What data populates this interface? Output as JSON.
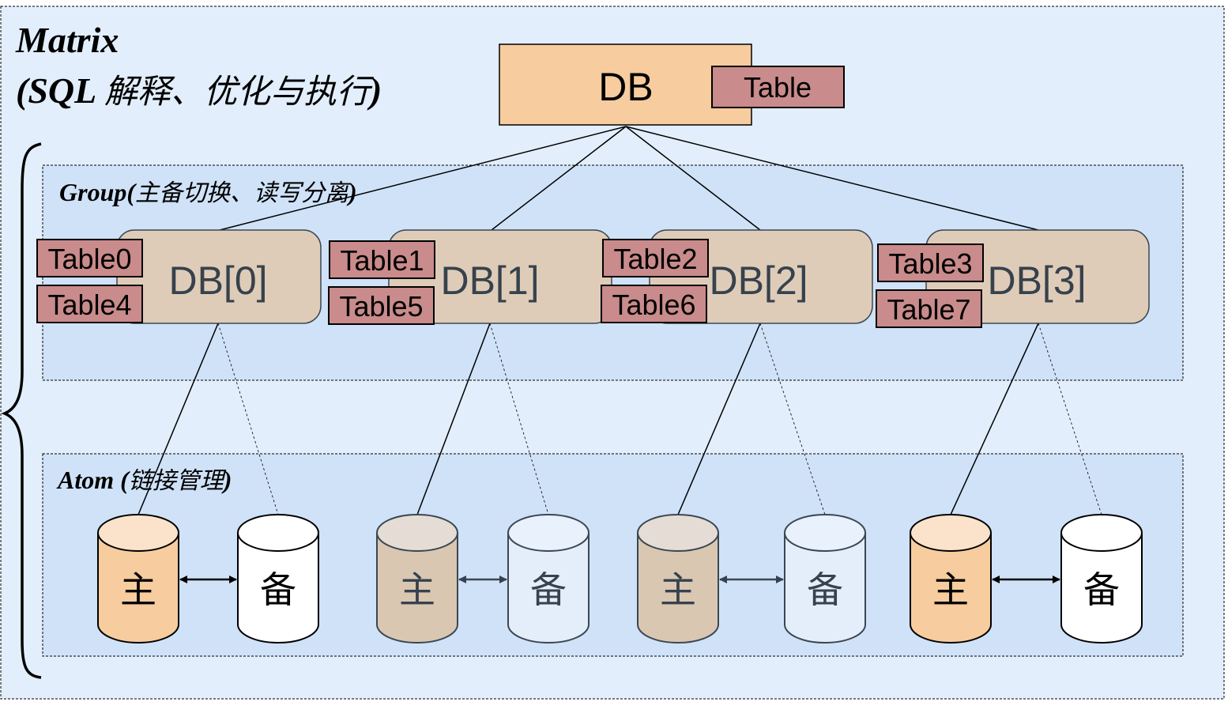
{
  "matrix": {
    "title_line1": "Matrix",
    "title_line2_prefix": "(SQL ",
    "title_line2_cjk": "解释、优化与执行",
    "title_line2_suffix": ")"
  },
  "logical_db": {
    "label": "DB",
    "table_label": "Table",
    "fill": "#f7cc9e",
    "table_fill": "#c98b8b"
  },
  "group": {
    "title_prefix": "Group(",
    "title_cjk": "主备切换、读写分离",
    "title_suffix": ")",
    "fill": "#cfe2f8"
  },
  "atom": {
    "title_prefix": "Atom (",
    "title_cjk": "链接管理",
    "title_suffix": ")",
    "fill": "#cfe2f8"
  },
  "physical_dbs": [
    {
      "label": "DB[0]",
      "tables": [
        "Table0",
        "Table4"
      ],
      "master_label": "主",
      "slave_label": "备",
      "highlighted": true
    },
    {
      "label": "DB[1]",
      "tables": [
        "Table1",
        "Table5"
      ],
      "master_label": "主",
      "slave_label": "备",
      "highlighted": false
    },
    {
      "label": "DB[2]",
      "tables": [
        "Table2",
        "Table6"
      ],
      "master_label": "主",
      "slave_label": "备",
      "highlighted": false
    },
    {
      "label": "DB[3]",
      "tables": [
        "Table3",
        "Table7"
      ],
      "master_label": "主",
      "slave_label": "备",
      "highlighted": true
    }
  ],
  "colors": {
    "background": "#e2eefb",
    "db_node_fill": "#dfccb8",
    "db_node_stroke": "#3b4752",
    "db_text": "#36424d",
    "table_fill": "#c98b8b",
    "master_highlight": "#f7cc9e",
    "master_dim": "#dac7b2",
    "slave_highlight": "#ffffff",
    "slave_dim": "#e4eefb"
  }
}
